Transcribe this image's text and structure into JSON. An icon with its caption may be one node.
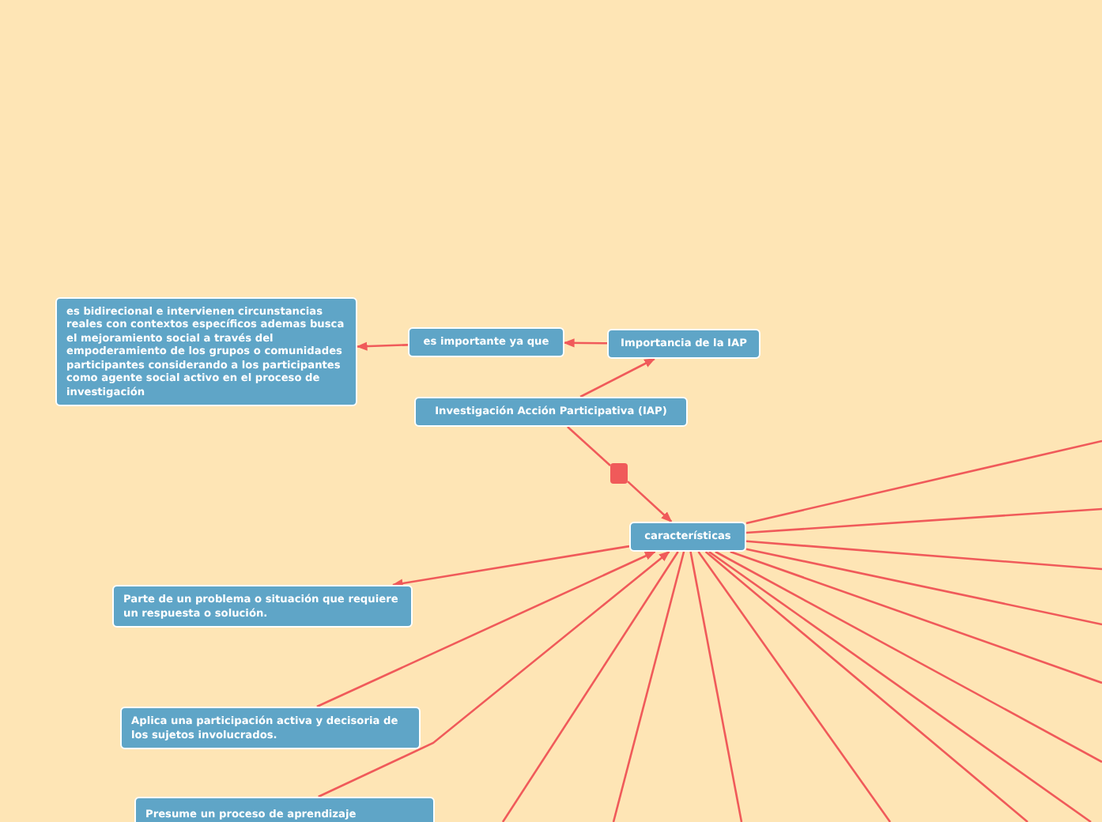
{
  "diagram": {
    "nodes": [
      {
        "text": [
          "Investigación Acción Participativa (IAP)"
        ]
      },
      {
        "text": [
          "Importancia de la IAP"
        ]
      },
      {
        "text": [
          "es importante ya que"
        ]
      },
      {
        "text": [
          "es bidirecional e intervienen circunstancias reales con contextos específicos ademas busca el mejoramiento social a través del empoderamiento de los grupos o comunidades participantes considerando a los participantes como agente social activo en el proceso de investigación"
        ]
      },
      {
        "text": [],
        "shape": "box"
      },
      {
        "text": [
          "características"
        ]
      },
      {
        "text": [
          "Parte de un problema o situación que requiere un respuesta o solución."
        ]
      },
      {
        "text": [
          "Aplica una participación activa y decisoria de los sujetos involucrados."
        ]
      },
      {
        "text": [
          "Presume un proceso de aprendizaje"
        ]
      }
    ],
    "edges": [
      {
        "from": 0,
        "to": 1,
        "arrow": "to"
      },
      {
        "from": 1,
        "to": 2,
        "arrow": "to"
      },
      {
        "from": 2,
        "to": 3,
        "arrow": "to"
      },
      {
        "from": 0,
        "to": 4,
        "arrow": "none"
      },
      {
        "from": 4,
        "to": 5,
        "arrow": "to"
      },
      {
        "from": 5,
        "to": 6,
        "arrow": "to"
      },
      {
        "from": 7,
        "to": 5,
        "arrow": "to"
      },
      {
        "from": 8,
        "to": 5,
        "arrow": "to"
      },
      {
        "from": 5,
        "to": null,
        "arrow": "none"
      },
      {
        "from": 5,
        "to": null,
        "arrow": "none"
      },
      {
        "from": 5,
        "to": null,
        "arrow": "none"
      },
      {
        "from": 5,
        "to": null,
        "arrow": "none"
      },
      {
        "from": 5,
        "to": null,
        "arrow": "none"
      },
      {
        "from": 5,
        "to": null,
        "arrow": "none"
      },
      {
        "from": 5,
        "to": null,
        "arrow": "none"
      },
      {
        "from": 5,
        "to": null,
        "arrow": "none"
      },
      {
        "from": 5,
        "to": null,
        "arrow": "none"
      },
      {
        "from": 5,
        "to": null,
        "arrow": "none"
      },
      {
        "from": 5,
        "to": null,
        "arrow": "none"
      },
      {
        "from": 5,
        "to": null,
        "arrow": "none"
      }
    ]
  }
}
